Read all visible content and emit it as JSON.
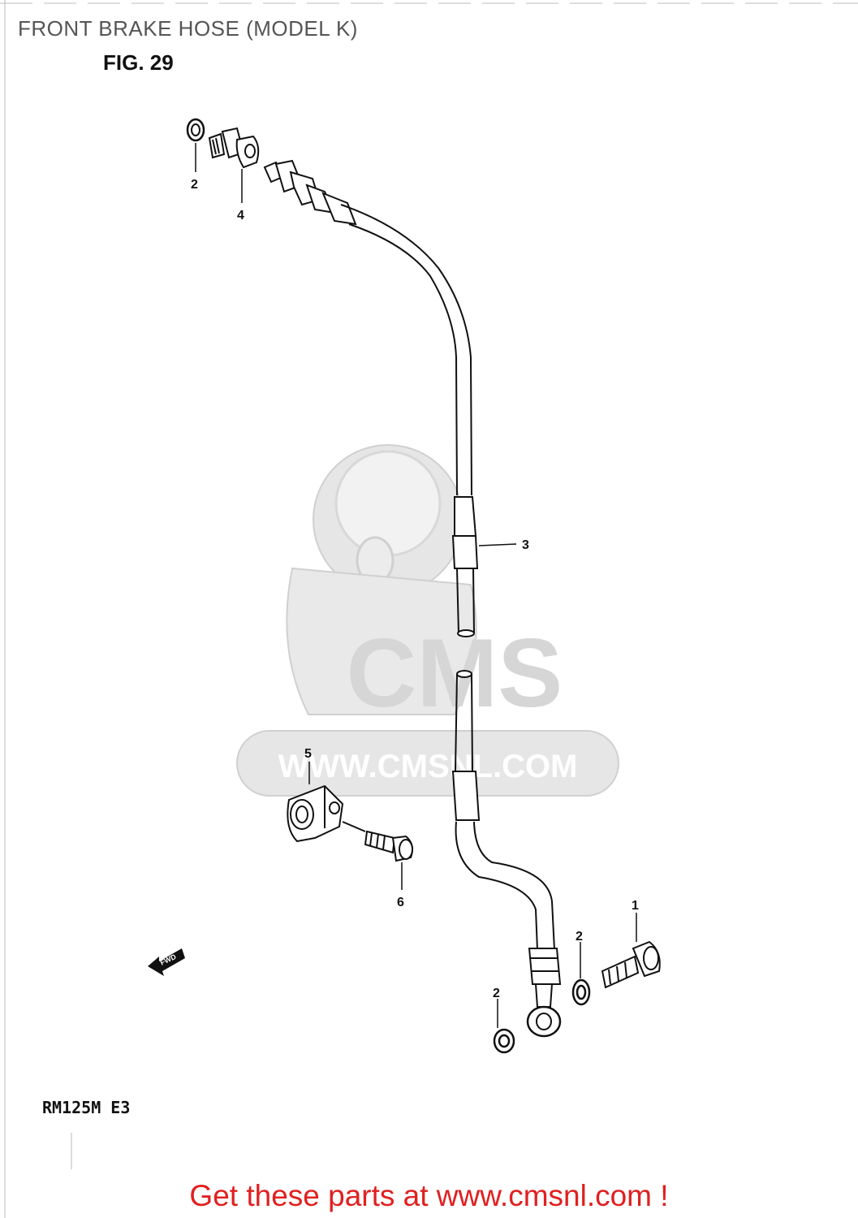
{
  "header": {
    "title": "FRONT BRAKE HOSE (MODEL K)"
  },
  "figure": {
    "label": "FIG. 29"
  },
  "diagram": {
    "model_code": "RM125M E3",
    "fwd_label": "FWD",
    "callouts": [
      "2",
      "4",
      "3",
      "5",
      "6",
      "1",
      "2",
      "2"
    ]
  },
  "watermark": {
    "brand": "CMS",
    "url": "WWW.CMSNL.COM"
  },
  "footer": {
    "link_text": "Get these parts at www.cmsnl.com !",
    "color": "#e02020"
  },
  "colors": {
    "line": "#111111",
    "watermark": "#d9d9d9",
    "footer": "#e02020"
  }
}
